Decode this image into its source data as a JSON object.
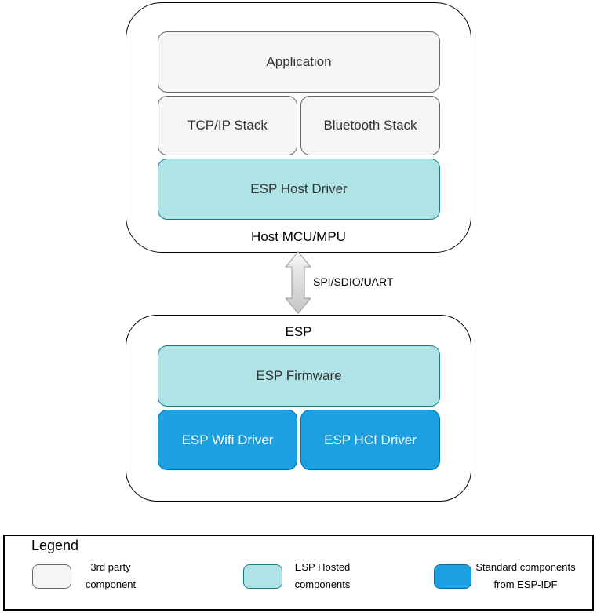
{
  "diagram": {
    "host_group": {
      "label": "Host MCU/MPU",
      "application": "Application",
      "tcpip_stack": "TCP/IP Stack",
      "bluetooth_stack": "Bluetooth Stack",
      "esp_host_driver": "ESP Host Driver"
    },
    "link": {
      "label": "SPI/SDIO/UART"
    },
    "esp_group": {
      "label": "ESP",
      "esp_firmware": "ESP Firmware",
      "esp_wifi_driver": "ESP Wifi Driver",
      "esp_hci_driver": "ESP HCI Driver"
    }
  },
  "legend": {
    "title": "Legend",
    "items": [
      {
        "line1": "3rd party",
        "line2": "component",
        "fill": "#f5f5f5",
        "stroke": "#666666",
        "swatch_style": "background:#f5f5f5;border:1px solid #666666"
      },
      {
        "line1": "ESP Hosted",
        "line2": "components",
        "fill": "#b0e3e6",
        "stroke": "#0e8088",
        "swatch_style": "background:#b0e3e6;border:1px solid #0e8088"
      },
      {
        "line1": "Standard components",
        "line2": "from ESP-IDF",
        "fill": "#1ba1e2",
        "stroke": "#006eaf",
        "swatch_style": "background:#1ba1e2;border:1px solid #006eaf"
      }
    ]
  },
  "colors": {
    "container_stroke": "#000000",
    "third_party_fill": "#f5f5f5",
    "third_party_stroke": "#666666",
    "esp_hosted_fill": "#b0e3e6",
    "esp_hosted_stroke": "#0e8088",
    "esp_idf_fill": "#1ba1e2",
    "esp_idf_stroke": "#006eaf",
    "arrow_fill_top": "#f7f7f7",
    "arrow_fill_bottom": "#c3c3c3",
    "arrow_stroke": "#999999"
  }
}
